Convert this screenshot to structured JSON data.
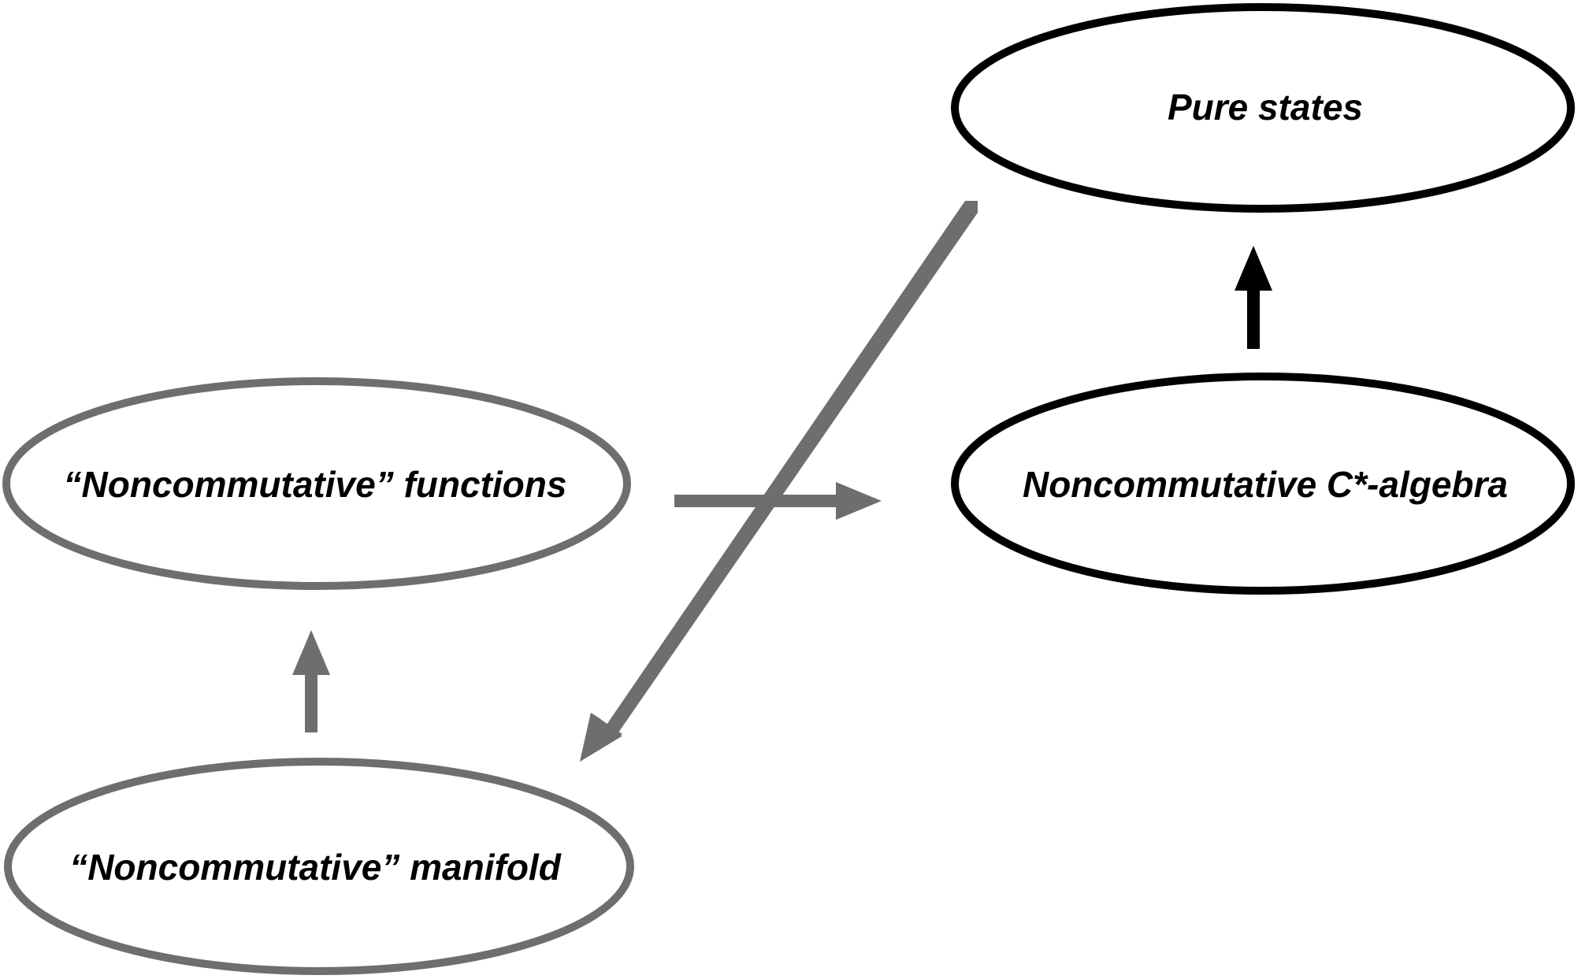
{
  "diagram": {
    "nodes": [
      {
        "id": "pure-states",
        "label": "Pure states",
        "color": "#000000"
      },
      {
        "id": "c-star-algebra",
        "label": "Noncommutative C*-algebra",
        "color": "#000000"
      },
      {
        "id": "nc-functions",
        "label": "“Noncommutative” functions",
        "color": "#6e6e6e"
      },
      {
        "id": "nc-manifold",
        "label": "“Noncommutative” manifold",
        "color": "#6e6e6e"
      }
    ],
    "edges": [
      {
        "from": "c-star-algebra",
        "to": "pure-states",
        "color": "#000000"
      },
      {
        "from": "nc-functions",
        "to": "c-star-algebra",
        "color": "#6e6e6e"
      },
      {
        "from": "pure-states",
        "to": "nc-manifold",
        "color": "#6e6e6e"
      },
      {
        "from": "nc-manifold",
        "to": "nc-functions",
        "color": "#6e6e6e"
      }
    ]
  }
}
